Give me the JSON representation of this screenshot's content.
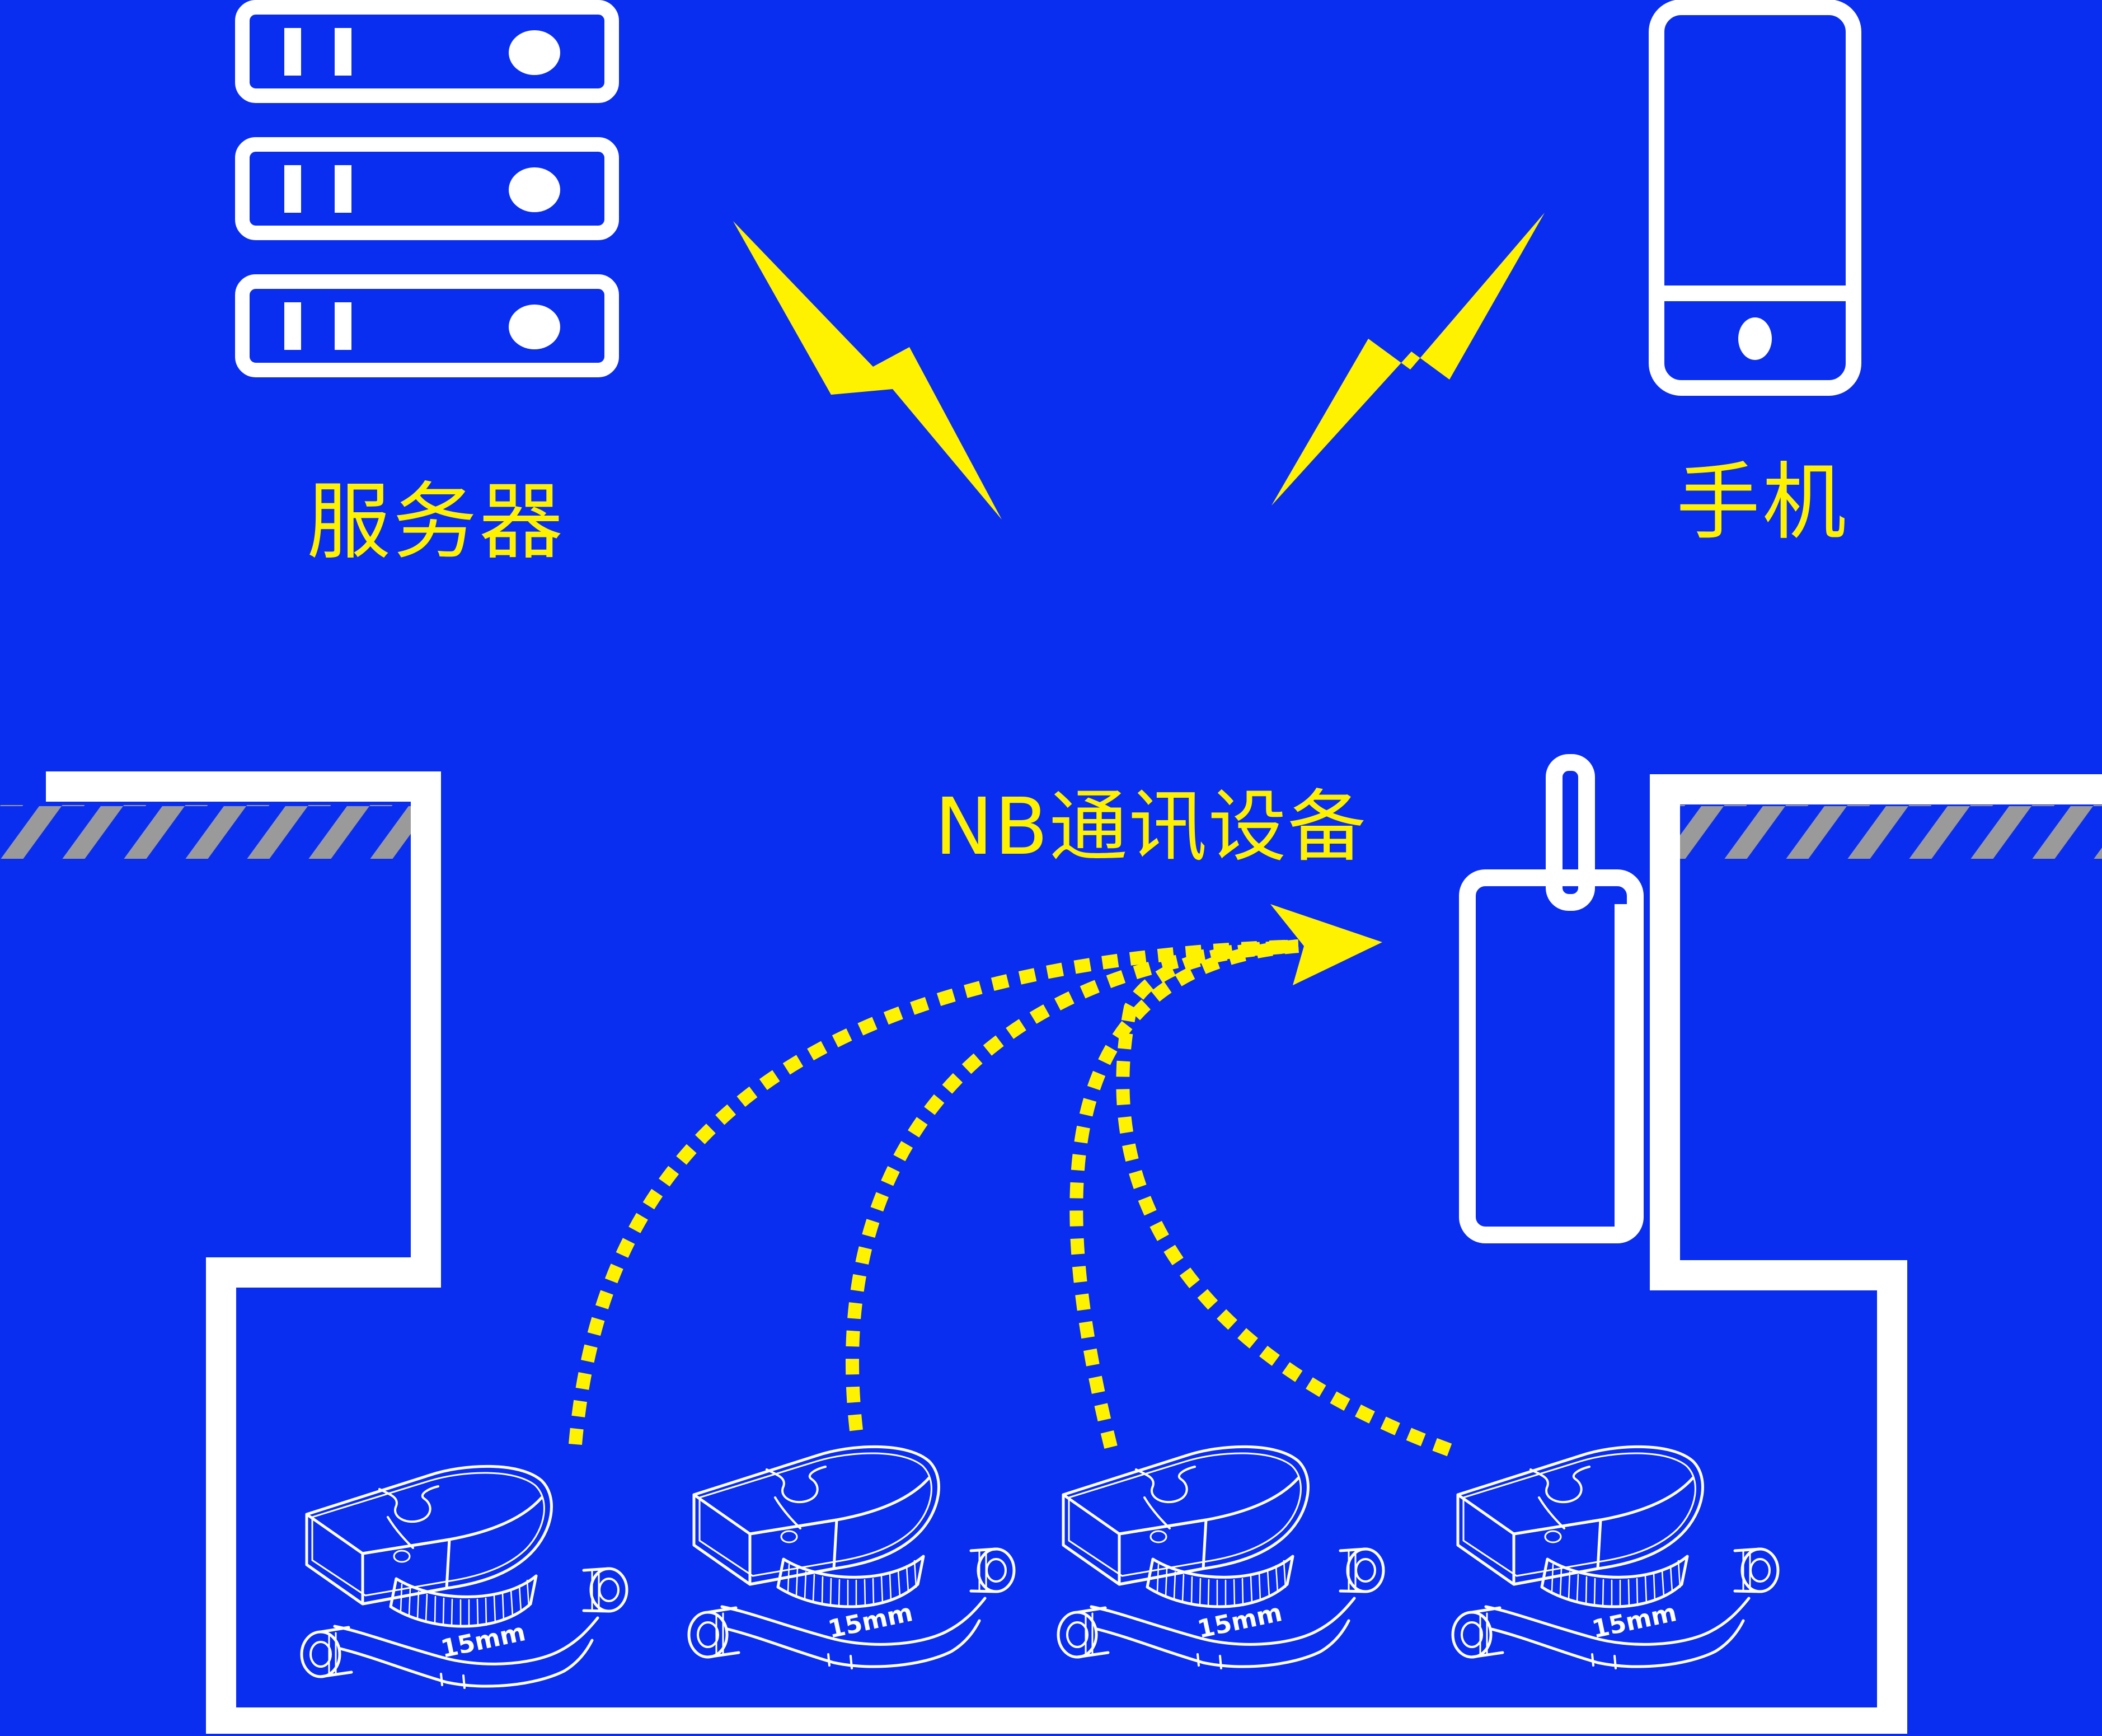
{
  "colors": {
    "background": "#0a2ef0",
    "outline": "#ffffff",
    "signal": "#fff200",
    "ground_hatch": "#9a9a9a"
  },
  "labels": {
    "server": "服务器",
    "phone": "手机",
    "nb_device": "NB通讯设备",
    "meter_size": "15mm"
  },
  "icons": {
    "server": "server-rack-icon",
    "phone": "smartphone-icon",
    "nb_device": "nb-iot-gateway-icon",
    "signal": "lightning-signal-icon",
    "meter": "water-meter-icon"
  },
  "meters": [
    {
      "size_label": "15mm"
    },
    {
      "size_label": "15mm"
    },
    {
      "size_label": "15mm"
    },
    {
      "size_label": "15mm"
    }
  ]
}
